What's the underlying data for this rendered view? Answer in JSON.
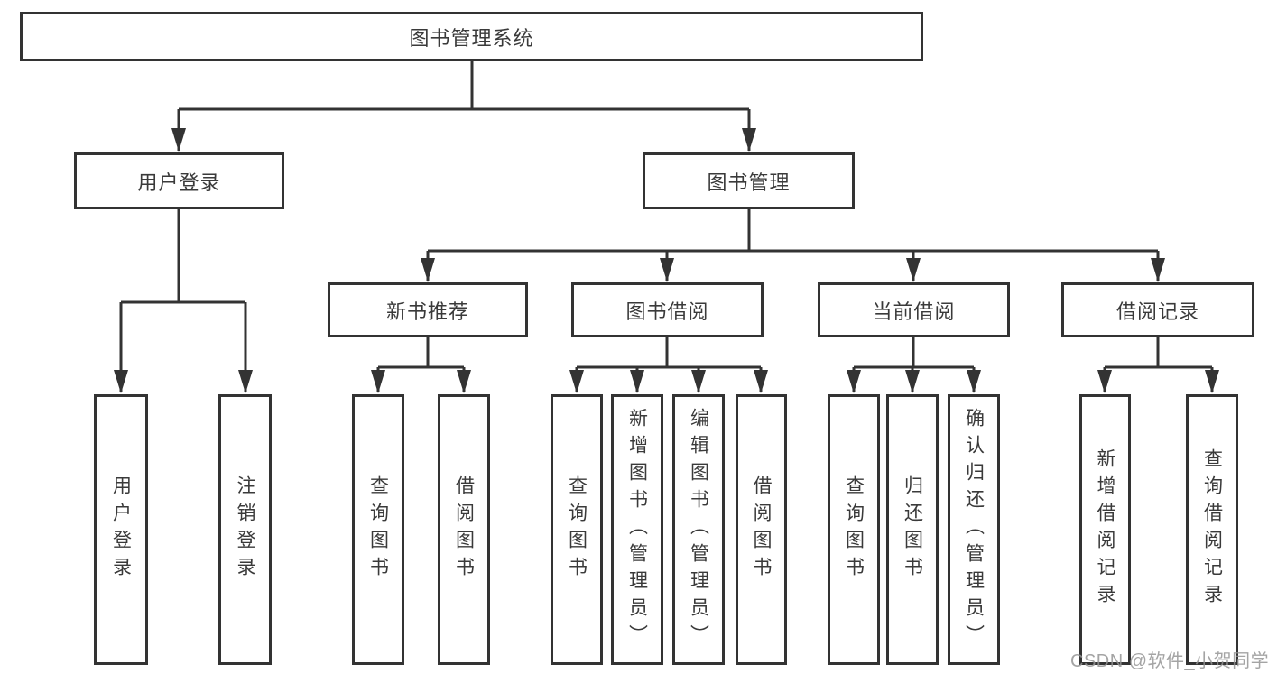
{
  "diagram": {
    "type": "tree",
    "nodes": {
      "root": "图书管理系统",
      "user_login": "用户登录",
      "book_management": "图书管理",
      "new_book_recommend": "新书推荐",
      "book_borrowing": "图书借阅",
      "current_borrowing": "当前借阅",
      "borrowing_records": "借阅记录",
      "leaf_user_login": "用户登录",
      "leaf_logout": "注销登录",
      "leaf_nbr_query_books": "查询图书",
      "leaf_nbr_borrow_books": "借阅图书",
      "leaf_bb_query_books": "查询图书",
      "leaf_bb_add_books_admin": "新增图书（管理员）",
      "leaf_bb_edit_books_admin": "编辑图书（管理员）",
      "leaf_bb_borrow_books": "借阅图书",
      "leaf_cb_query_books": "查询图书",
      "leaf_cb_return_books": "归还图书",
      "leaf_cb_confirm_return_admin": "确认归还（管理员）",
      "leaf_br_add_record": "新增借阅记录",
      "leaf_br_query_record": "查询借阅记录"
    },
    "edges": [
      [
        "root",
        "user_login"
      ],
      [
        "root",
        "book_management"
      ],
      [
        "user_login",
        "leaf_user_login"
      ],
      [
        "user_login",
        "leaf_logout"
      ],
      [
        "book_management",
        "new_book_recommend"
      ],
      [
        "book_management",
        "book_borrowing"
      ],
      [
        "book_management",
        "current_borrowing"
      ],
      [
        "book_management",
        "borrowing_records"
      ],
      [
        "new_book_recommend",
        "leaf_nbr_query_books"
      ],
      [
        "new_book_recommend",
        "leaf_nbr_borrow_books"
      ],
      [
        "book_borrowing",
        "leaf_bb_query_books"
      ],
      [
        "book_borrowing",
        "leaf_bb_add_books_admin"
      ],
      [
        "book_borrowing",
        "leaf_bb_edit_books_admin"
      ],
      [
        "book_borrowing",
        "leaf_bb_borrow_books"
      ],
      [
        "current_borrowing",
        "leaf_cb_query_books"
      ],
      [
        "current_borrowing",
        "leaf_cb_return_books"
      ],
      [
        "current_borrowing",
        "leaf_cb_confirm_return_admin"
      ],
      [
        "borrowing_records",
        "leaf_br_add_record"
      ],
      [
        "borrowing_records",
        "leaf_br_query_record"
      ]
    ],
    "colors": {
      "line": "#333333",
      "box_border": "#333333",
      "text": "#3a3a3a",
      "background": "#ffffff",
      "watermark": "#949494"
    }
  },
  "watermark": {
    "text": "CSDN @软件_小贺同学"
  }
}
